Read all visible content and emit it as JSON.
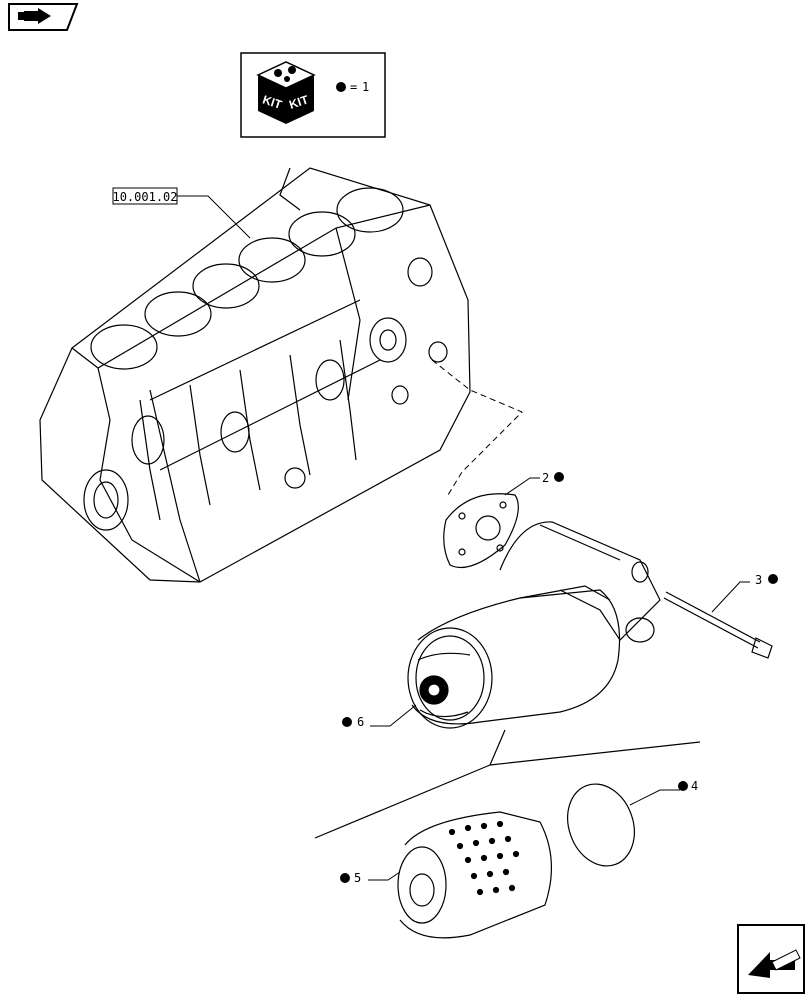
{
  "kit_box": {
    "icon_text_left": "KIT",
    "icon_text_right": "KIT",
    "legend_value": "1"
  },
  "reference": {
    "label": "10.001.02"
  },
  "callouts": [
    {
      "number": "2"
    },
    {
      "number": "3"
    },
    {
      "number": "4"
    },
    {
      "number": "5"
    },
    {
      "number": "6"
    }
  ],
  "icons": {
    "top_left": "previous-page-arrow-icon",
    "bottom_right": "next-page-arrow-icon",
    "kit": "kit-box-icon"
  }
}
